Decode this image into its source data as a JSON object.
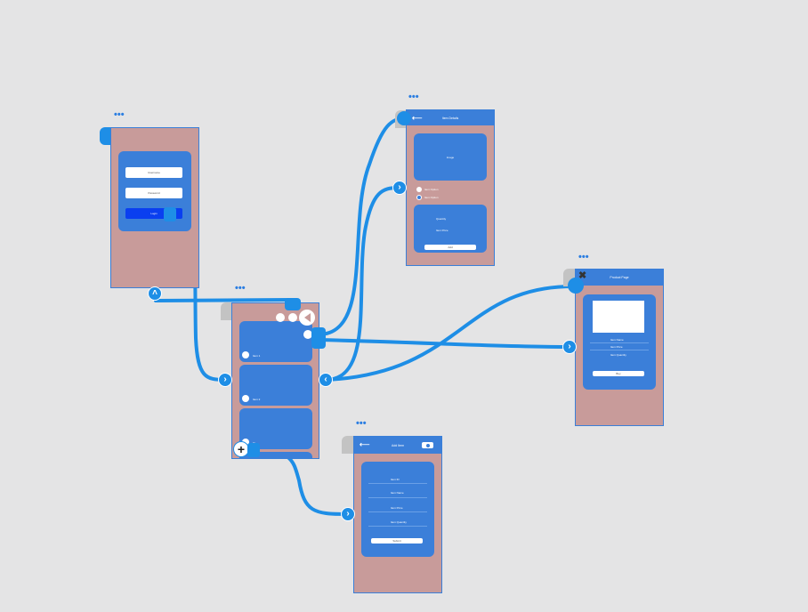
{
  "menu_glyph": "•••",
  "login": {
    "username_placeholder": "Username",
    "password_placeholder": "Password",
    "login_label": "Login"
  },
  "items_list": {
    "item1": "Item 1",
    "item2": "Item 2",
    "item3": "Ite"
  },
  "item_details": {
    "title": "Item Details",
    "image_label": "Image",
    "option1": "Item Option",
    "option2": "Item Option",
    "quantity_label": "Quantity",
    "price_label": "Item Price",
    "add_label": "Add"
  },
  "product_page": {
    "title": "Product Page",
    "line1": "Item Name",
    "line2": "Item Price",
    "line3": "Item Quantity",
    "button_label": "Buy"
  },
  "add_item": {
    "title": "Add Item",
    "line1": "Item ID",
    "line2": "Item Name",
    "line3": "Item Price",
    "line4": "Item Quantity",
    "submit_label": "Submit"
  },
  "icons": {
    "back": "back-arrow-icon",
    "close": "close-x-icon",
    "add": "plus-icon",
    "port": "chevron-right-icon",
    "collapse": "chevron-up-icon",
    "camera": "camera-icon",
    "speaker": "speaker-icon"
  },
  "colors": {
    "canvas": "#e4e4e5",
    "frame": "#c89b9a",
    "card": "#3b7fd9",
    "wire": "#1e8ee6",
    "login_button": "#0a3ff0"
  }
}
